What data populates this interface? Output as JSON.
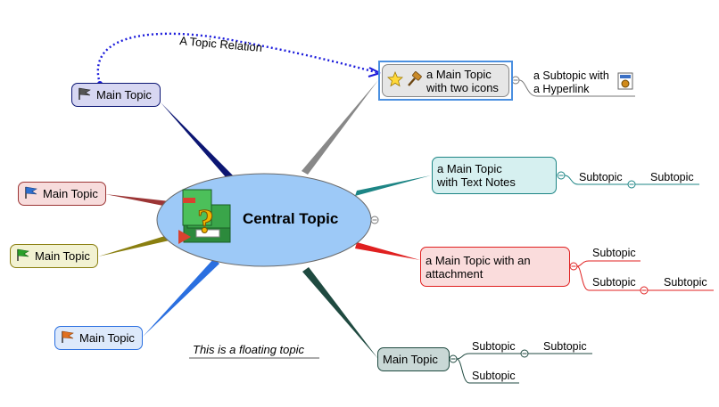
{
  "central": {
    "title": "Central Topic"
  },
  "relation": {
    "label": "A Topic Relation"
  },
  "floating": {
    "text": "This is a floating topic"
  },
  "left_topics": [
    {
      "label": "Main Topic",
      "flag_color": "#555555"
    },
    {
      "label": "Main Topic",
      "flag_color": "#2d6fcf"
    },
    {
      "label": "Main Topic",
      "flag_color": "#2aa02a"
    },
    {
      "label": "Main Topic",
      "flag_color": "#e07020"
    }
  ],
  "right_topics": [
    {
      "line1": "a Main Topic",
      "line2": "with two icons",
      "icons": [
        "star-icon",
        "gavel-icon"
      ],
      "subtopics": [
        {
          "line1": "a Subtopic with",
          "line2": "a Hyperlink"
        }
      ]
    },
    {
      "line1": "a Main Topic",
      "line2": "with Text Notes",
      "icons": [
        "sticky-note-icon"
      ],
      "subtopics": [
        {
          "label": "Subtopic"
        },
        {
          "label": "Subtopic"
        }
      ]
    },
    {
      "line1": "a Main Topic with an",
      "line2": "attachment",
      "icons": [
        "paperclip-icon"
      ],
      "subtopics": [
        {
          "label": "Subtopic"
        },
        {
          "label": "Subtopic"
        },
        {
          "label": "Subtopic"
        }
      ]
    },
    {
      "label": "Main Topic",
      "subtopics": [
        {
          "label": "Subtopic"
        },
        {
          "label": "Subtopic"
        },
        {
          "label": "Subtopic"
        }
      ]
    }
  ],
  "colors": {
    "central_fill": "#9dc9f7",
    "relation": "#1a1adb",
    "branch_topleft": "#0c1673",
    "branch_midleft1": "#9c3535",
    "branch_midleft2": "#8a7f10",
    "branch_botleft": "#2a6fe0",
    "branch_r1": "#888888",
    "branch_r2": "#1d8585",
    "branch_r3": "#e02020",
    "branch_r4": "#1f4a40"
  }
}
